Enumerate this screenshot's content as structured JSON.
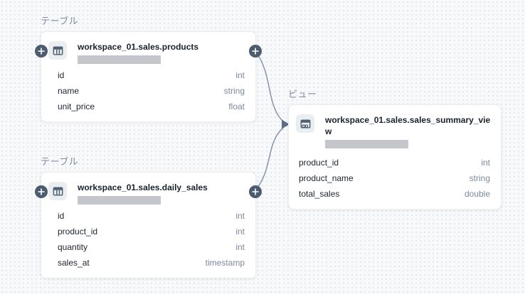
{
  "diagram": {
    "nodes": [
      {
        "type_label": "テーブル",
        "entity_type": "table",
        "title": "workspace_01.sales.products",
        "columns": [
          {
            "name": "id",
            "type": "int"
          },
          {
            "name": "name",
            "type": "string"
          },
          {
            "name": "unit_price",
            "type": "float"
          }
        ]
      },
      {
        "type_label": "テーブル",
        "entity_type": "table",
        "title": "workspace_01.sales.daily_sales",
        "columns": [
          {
            "name": "id",
            "type": "int"
          },
          {
            "name": "product_id",
            "type": "int"
          },
          {
            "name": "quantity",
            "type": "int"
          },
          {
            "name": "sales_at",
            "type": "timestamp"
          }
        ]
      },
      {
        "type_label": "ビュー",
        "entity_type": "view",
        "title": "workspace_01.sales.sales_summary_view",
        "columns": [
          {
            "name": "product_id",
            "type": "int"
          },
          {
            "name": "product_name",
            "type": "string"
          },
          {
            "name": "total_sales",
            "type": "double"
          }
        ]
      }
    ],
    "edges": [
      {
        "from": "workspace_01.sales.products",
        "to": "workspace_01.sales.sales_summary_view"
      },
      {
        "from": "workspace_01.sales.daily_sales",
        "to": "workspace_01.sales.sales_summary_view"
      }
    ],
    "colors": {
      "plus_button": "#4c5c6f",
      "connector": "#8595a9",
      "arrowhead": "#5d6d82",
      "type_text": "#7b8a9d",
      "label_text": "#7e8c9e",
      "redacted_bar": "#c3c6cb"
    }
  }
}
